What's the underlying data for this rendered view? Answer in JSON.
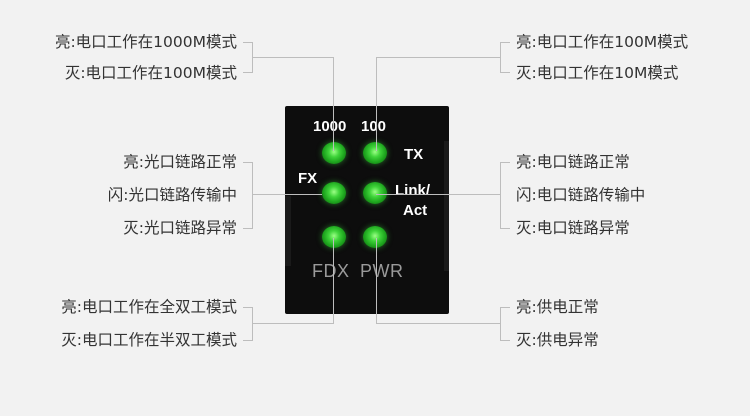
{
  "colors": {
    "background": "#f2f2f2",
    "panel": "#0d0d0d",
    "led": "#2ec62e",
    "leader_line": "#bdbdbd"
  },
  "panel": {
    "labels": {
      "l1000": "1000",
      "l100": "100",
      "tx": "TX",
      "fx": "FX",
      "link_line1": "Link/",
      "link_line2": "Act",
      "fdx": "FDX",
      "pwr": "PWR"
    }
  },
  "callouts": {
    "top_left": [
      "亮:电口工作在1000M模式",
      "灭:电口工作在100M模式"
    ],
    "top_right": [
      "亮:电口工作在100M模式",
      "灭:电口工作在10M模式"
    ],
    "mid_left": [
      "亮:光口链路正常",
      "闪:光口链路传输中",
      "灭:光口链路异常"
    ],
    "mid_right": [
      "亮:电口链路正常",
      "闪:电口链路传输中",
      "灭:电口链路异常"
    ],
    "bottom_left": [
      "亮:电口工作在全双工模式",
      "灭:电口工作在半双工模式"
    ],
    "bottom_right": [
      "亮:供电正常",
      "灭:供电异常"
    ]
  }
}
